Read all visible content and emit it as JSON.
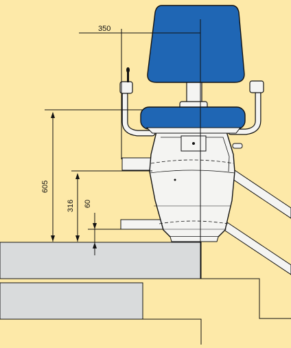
{
  "colors": {
    "background": "#fde9a8",
    "stairs": "#d9dbdc",
    "seat_blue": "#1f66b4",
    "seat_blue_dark": "#123f7a",
    "carriage": "#f4f4f2",
    "line": "#111111"
  },
  "dimensions": {
    "width": "350",
    "height_armrest": "605",
    "height_footplate": "316",
    "height_step": "60"
  }
}
